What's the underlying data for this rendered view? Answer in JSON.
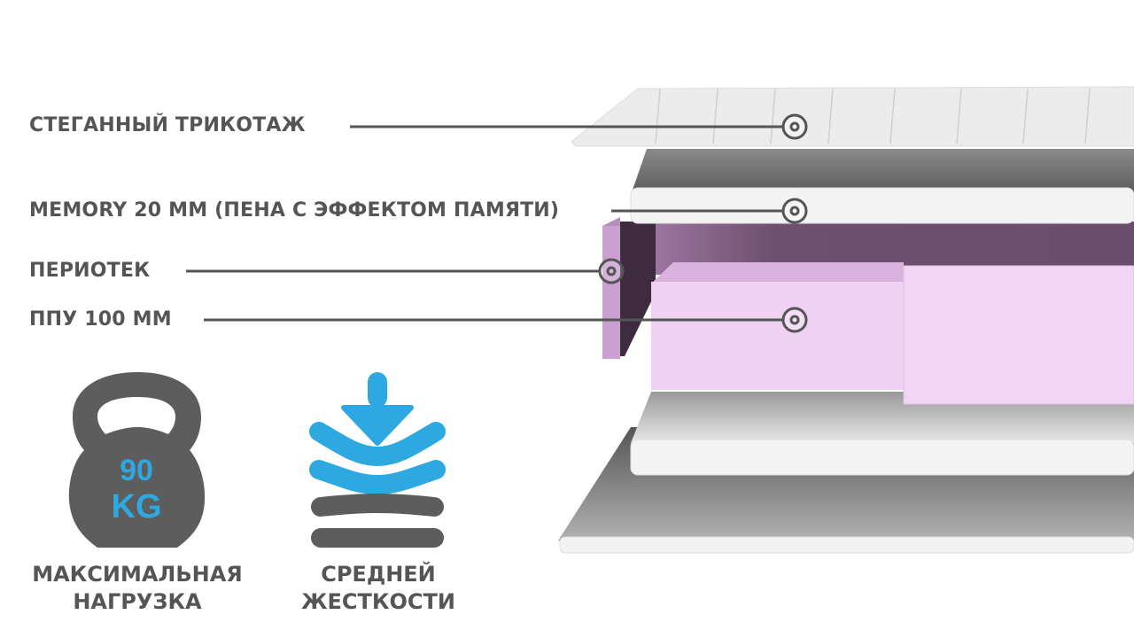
{
  "layers": [
    {
      "label": "СТЕГАННЫЙ ТРИКОТАЖ"
    },
    {
      "label": "MEMORY 20 ММ (ПЕНА С ЭФФЕКТОМ ПАМЯТИ)"
    },
    {
      "label": "ПЕРИОТЕК"
    },
    {
      "label": "ППУ 100 ММ"
    }
  ],
  "features": {
    "load": {
      "value": "90",
      "unit": "KG",
      "caption_line1": "МАКСИМАЛЬНАЯ",
      "caption_line2": "НАГРУЗКА",
      "icon": "kettlebell-icon"
    },
    "firmness": {
      "caption_line1": "СРЕДНЕЙ",
      "caption_line2": "ЖЕСТКОСТИ",
      "icon": "firmness-layers-icon"
    }
  },
  "colors": {
    "text": "#555555",
    "accent": "#2ea8e0",
    "icon_gray": "#5e5d5e",
    "foam_pink": "#f0d0f3",
    "purple_dark": "#6e4f6e"
  }
}
